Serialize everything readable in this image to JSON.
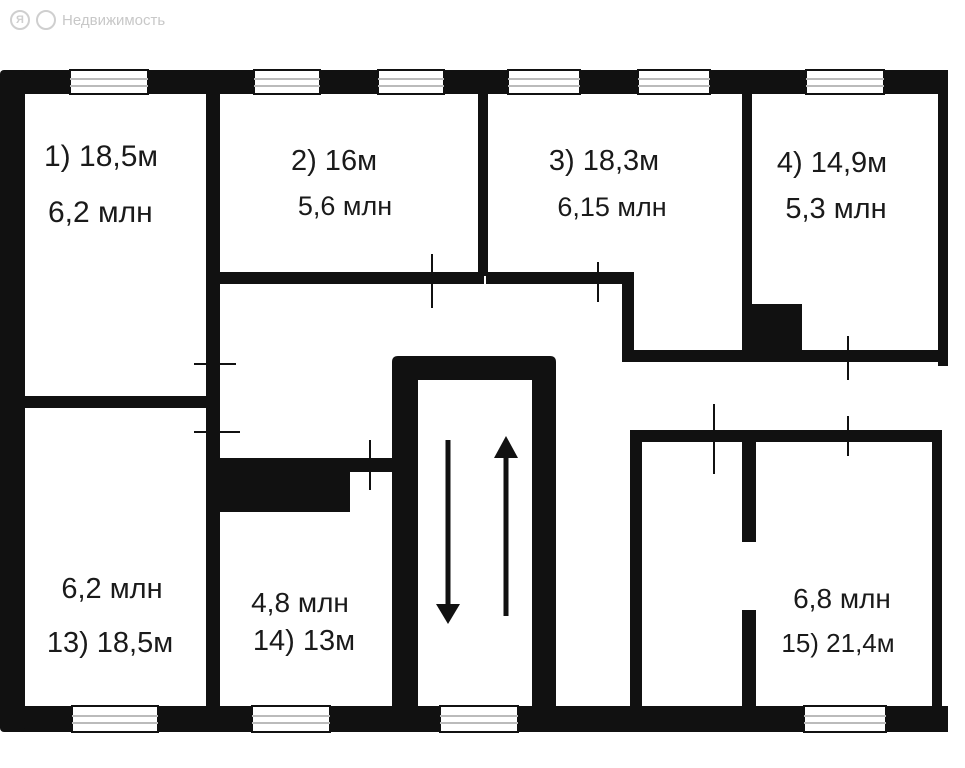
{
  "watermark": {
    "icon_letter": "Я",
    "text": "Недвижимость"
  },
  "rooms": [
    {
      "area": "1) 18,5м",
      "price": "6,2 млн"
    },
    {
      "area": "2) 16м",
      "price": "5,6 млн"
    },
    {
      "area": "3) 18,3м",
      "price": "6,15 млн"
    },
    {
      "area": "4) 14,9м",
      "price": "5,3 млн"
    },
    {
      "area": "13) 18,5м",
      "price": "6,2 млн"
    },
    {
      "area": "14) 13м",
      "price": "4,8 млн"
    },
    {
      "area": "15) 21,4м",
      "price": "6,8 млн"
    }
  ],
  "colors": {
    "wall": "#111111",
    "window_frame": "#c6c6c6",
    "background": "#ffffff"
  },
  "icons": [
    "yandex-logo-icon",
    "stair-arrow-down-icon",
    "stair-arrow-up-icon"
  ]
}
